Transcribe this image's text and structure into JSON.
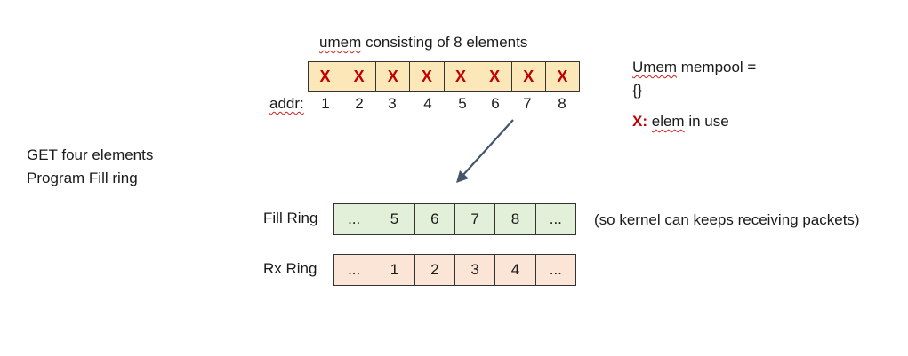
{
  "umem": {
    "title_prefix": "umem",
    "title_rest": " consisting of 8 elements",
    "cells": [
      "X",
      "X",
      "X",
      "X",
      "X",
      "X",
      "X",
      "X"
    ],
    "addr_label": "addr:",
    "addrs": [
      "1",
      "2",
      "3",
      "4",
      "5",
      "6",
      "7",
      "8"
    ]
  },
  "mempool": {
    "line1_word": "Umem",
    "line1_rest": " mempool =",
    "line2": "{}"
  },
  "legend": {
    "symbol": "X:",
    "word": "elem",
    "rest": " in use"
  },
  "steps": {
    "line1": "GET four elements",
    "line2": "Program Fill ring"
  },
  "fill_ring": {
    "label": "Fill Ring",
    "cells": [
      "...",
      "5",
      "6",
      "7",
      "8",
      "..."
    ],
    "note": "(so kernel can keeps receiving packets)"
  },
  "rx_ring": {
    "label": "Rx Ring",
    "cells": [
      "...",
      "1",
      "2",
      "3",
      "4",
      "..."
    ]
  },
  "colors": {
    "umem_fill": "#fbe7b8",
    "in_use_mark": "#c00000",
    "fill_ring_bg": "#e2efd9",
    "rx_ring_bg": "#fbe5d6",
    "arrow": "#44546a"
  }
}
